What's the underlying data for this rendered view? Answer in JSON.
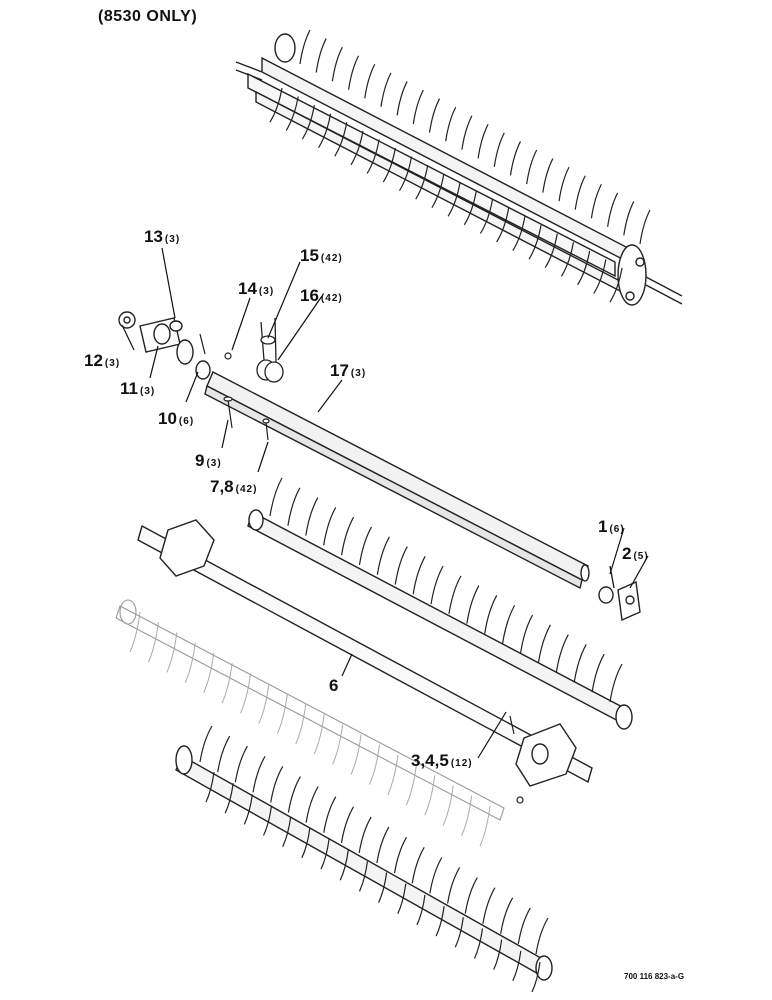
{
  "header": {
    "model_note": "(8530 ONLY)"
  },
  "footer": {
    "doc_ref": "700 116 823-a-G"
  },
  "callouts": [
    {
      "num": "1",
      "qty": "(6)"
    },
    {
      "num": "2",
      "qty": "(5)"
    },
    {
      "num": "3,4,5",
      "qty": "(12)"
    },
    {
      "num": "6",
      "qty": ""
    },
    {
      "num": "7,8",
      "qty": "(42)"
    },
    {
      "num": "9",
      "qty": "(3)"
    },
    {
      "num": "10",
      "qty": "(6)"
    },
    {
      "num": "11",
      "qty": "(3)"
    },
    {
      "num": "12",
      "qty": "(3)"
    },
    {
      "num": "13",
      "qty": "(3)"
    },
    {
      "num": "14",
      "qty": "(3)"
    },
    {
      "num": "15",
      "qty": "(42)"
    },
    {
      "num": "16",
      "qty": "(42)"
    },
    {
      "num": "17",
      "qty": "(3)"
    }
  ]
}
